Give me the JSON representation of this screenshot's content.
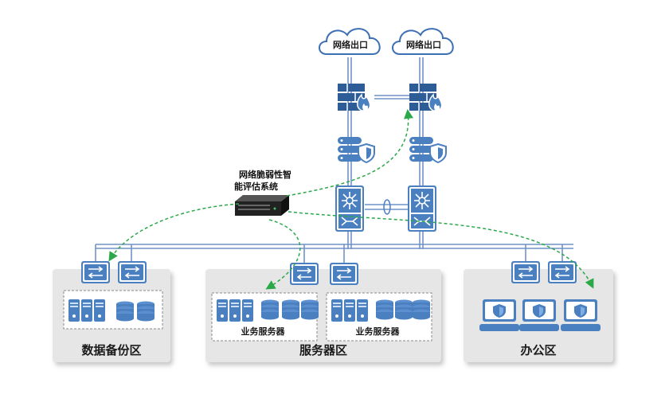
{
  "clouds": [
    {
      "label": "网络出口"
    },
    {
      "label": "网络出口"
    }
  ],
  "scanner": {
    "label_line1": "网络脆弱性智",
    "label_line2": "能评估系统"
  },
  "zones": {
    "backup": {
      "label": "数据备份区"
    },
    "server": {
      "label": "服务器区",
      "groups": [
        "业务服务器",
        "业务服务器"
      ]
    },
    "office": {
      "label": "办公区"
    }
  },
  "colors": {
    "device_blue": "#4a7fc0",
    "device_dark": "#2e5c96",
    "link_blue": "#6f93c8",
    "scan_path_green": "#2aa84a",
    "zone_bg": "#e6e6e6",
    "cloud_stroke": "#3d6fb5"
  }
}
